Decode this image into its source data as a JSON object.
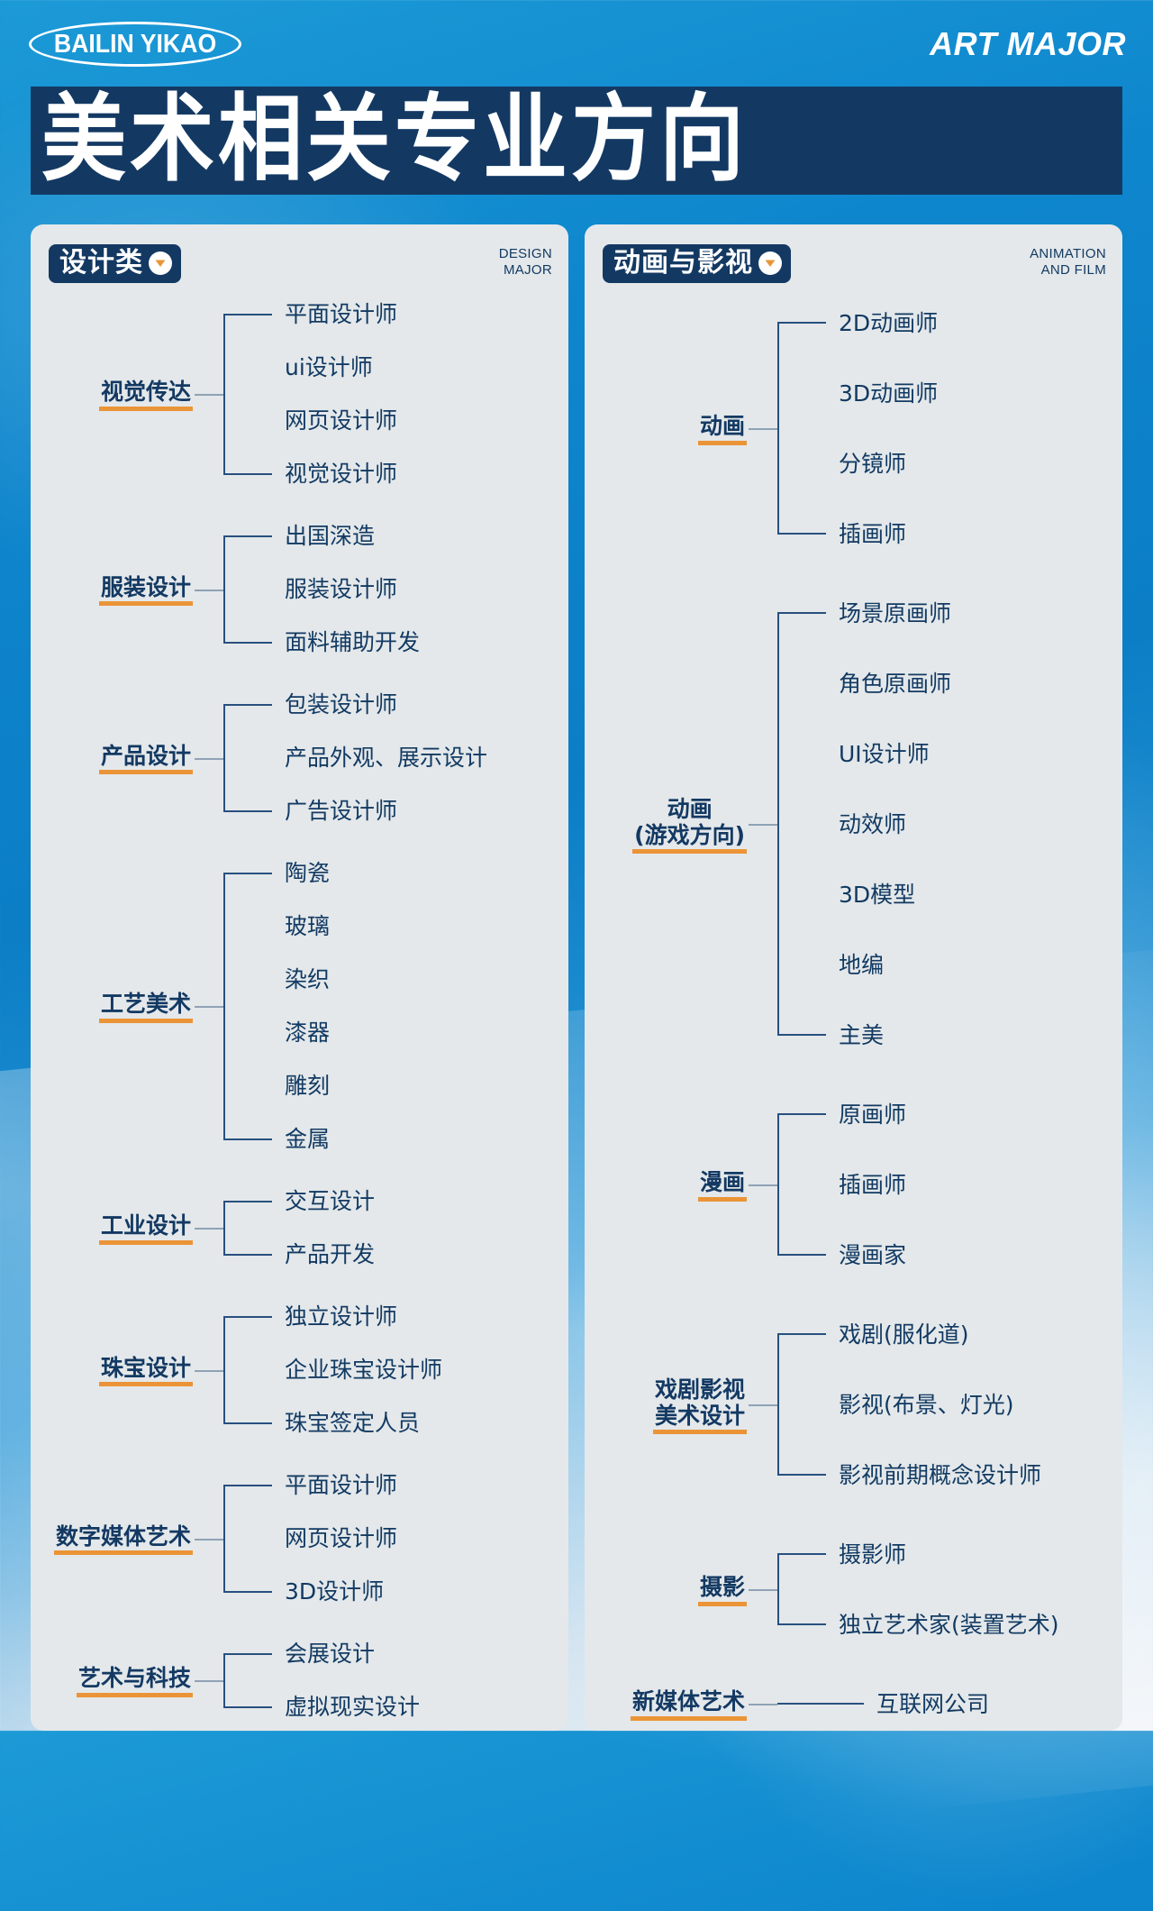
{
  "header": {
    "logo_text": "BAILIN YIKAO",
    "logo_icon": "ellipse-logo-frame",
    "brand_en": "ART MAJOR"
  },
  "title": {
    "main": "美术相关专业方向"
  },
  "colors": {
    "brand_blue": "#0b7ec6",
    "deep_navy": "#133963",
    "accent_orange": "#eb9437",
    "card_bg": "#e4e8ea",
    "line_navy": "#28507f",
    "stem_grey": "#8fa2b6"
  },
  "cards": [
    {
      "badge_label": "设计类",
      "badge_icon": "chevron-down-circle-icon",
      "subtitle_line1": "DESIGN",
      "subtitle_line2": "MAJOR",
      "groups": [
        {
          "label": "视觉传达",
          "children": [
            "平面设计师",
            "ui设计师",
            "网页设计师",
            "视觉设计师"
          ]
        },
        {
          "label": "服装设计",
          "children": [
            "出国深造",
            "服装设计师",
            "面料辅助开发"
          ]
        },
        {
          "label": "产品设计",
          "children": [
            "包装设计师",
            "产品外观、展示设计",
            "广告设计师"
          ]
        },
        {
          "label": "工艺美术",
          "children": [
            "陶瓷",
            "玻璃",
            "染织",
            "漆器",
            "雕刻",
            "金属"
          ]
        },
        {
          "label": "工业设计",
          "children": [
            "交互设计",
            "产品开发"
          ]
        },
        {
          "label": "珠宝设计",
          "children": [
            "独立设计师",
            "企业珠宝设计师",
            "珠宝签定人员"
          ]
        },
        {
          "label": "数字媒体艺术",
          "children": [
            "平面设计师",
            "网页设计师",
            "3D设计师"
          ]
        },
        {
          "label": "艺术与科技",
          "children": [
            "会展设计",
            "虚拟现实设计"
          ]
        }
      ]
    },
    {
      "badge_label": "动画与影视",
      "badge_icon": "chevron-down-circle-icon",
      "subtitle_line1": "ANIMATION",
      "subtitle_line2": "AND FILM",
      "groups": [
        {
          "label": "动画",
          "children": [
            "2D动画师",
            "3D动画师",
            "分镜师",
            "插画师"
          ]
        },
        {
          "label": "动画\n(游戏方向)",
          "children": [
            "场景原画师",
            "角色原画师",
            "UI设计师",
            "动效师",
            "3D模型",
            "地编",
            "主美"
          ]
        },
        {
          "label": "漫画",
          "children": [
            "原画师",
            "插画师",
            "漫画家"
          ]
        },
        {
          "label": "戏剧影视\n美术设计",
          "children": [
            "戏剧(服化道)",
            "影视(布景、灯光)",
            "影视前期概念设计师"
          ]
        },
        {
          "label": "摄影",
          "children": [
            "摄影师",
            "独立艺术家(装置艺术)"
          ]
        },
        {
          "label": "新媒体艺术",
          "children": [
            "互联网公司"
          ]
        }
      ]
    }
  ]
}
